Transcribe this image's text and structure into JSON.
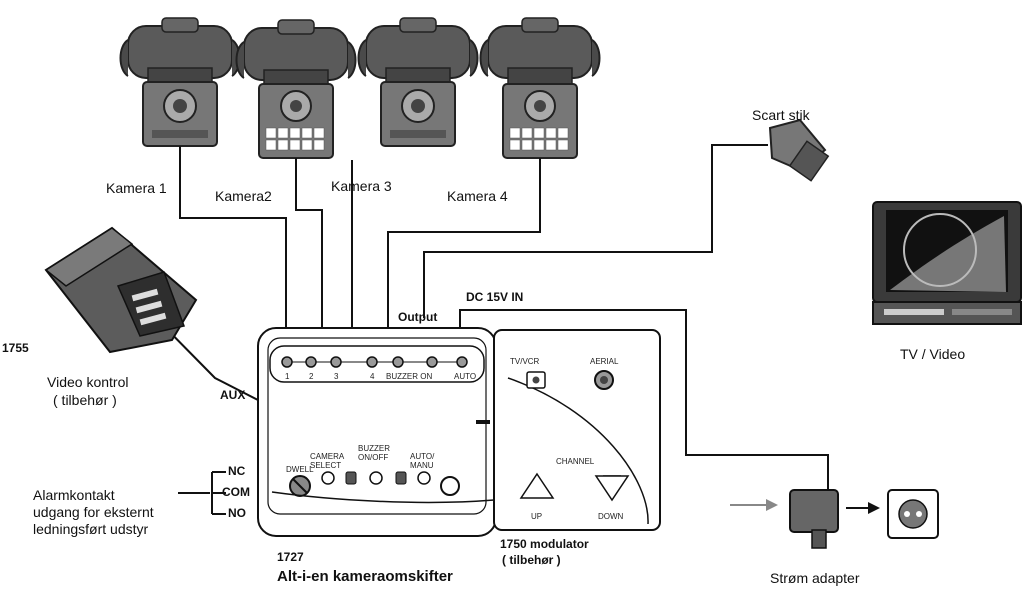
{
  "cameras": [
    {
      "label": "Kamera 1"
    },
    {
      "label": "Kamera2"
    },
    {
      "label": "Kamera 3"
    },
    {
      "label": "Kamera 4"
    }
  ],
  "scart": {
    "label": "Scart stik"
  },
  "tv": {
    "label": "TV / Video"
  },
  "video_control": {
    "code": "1755",
    "label_line1": "Video kontrol",
    "label_line2": "( tilbehør )"
  },
  "switcher": {
    "code": "1727",
    "title": "Alt-i-en kameraomskifter",
    "ports": {
      "aux": "AUX",
      "output": "Output",
      "dc_in": "DC 15V IN",
      "nc": "NC",
      "com": "COM",
      "no": "NO"
    },
    "leds": [
      "1",
      "2",
      "3",
      "4",
      "BUZZER ON",
      "AUTO"
    ],
    "controls": {
      "dwell": "DWELL",
      "camera_select": "CAMERA SELECT",
      "buzzer": "BUZZER ON/OFF",
      "auto": "AUTO/ MANU"
    }
  },
  "alarm": {
    "line1": "Alarmkontakt",
    "line2": "udgang for eksternt",
    "line3": "ledningsført udstyr"
  },
  "modulator": {
    "title": "1750 modulator",
    "subtitle": "( tilbehør )",
    "tv_vcr": "TV/VCR",
    "aerial": "AERIAL",
    "channel": "CHANNEL",
    "up": "UP",
    "down": "DOWN"
  },
  "adapter": {
    "label": "Strøm adapter"
  }
}
